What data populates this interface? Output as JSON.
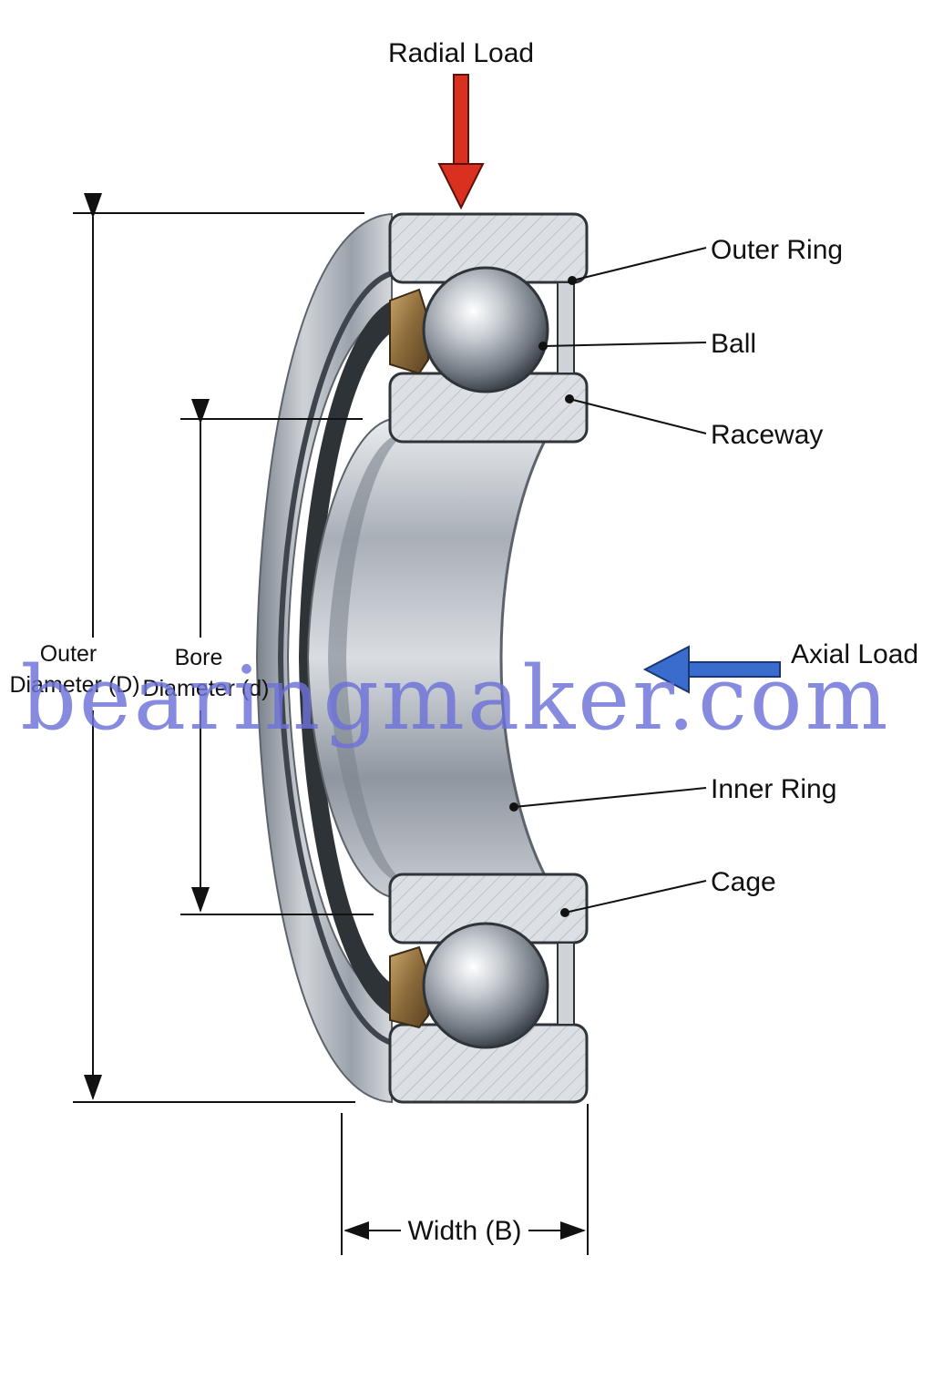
{
  "loads": {
    "radial": "Radial Load",
    "axial": "Axial Load"
  },
  "parts": {
    "outer_ring": "Outer Ring",
    "ball": "Ball",
    "raceway": "Raceway",
    "inner_ring": "Inner Ring",
    "cage": "Cage"
  },
  "dimensions": {
    "outer_diameter_line1": "Outer",
    "outer_diameter_line2": "Diameter (D)",
    "bore_diameter_line1": "Bore",
    "bore_diameter_line2": "Diameter (d)",
    "width": "Width (B)"
  },
  "watermark": "bearingmaker.com",
  "colors": {
    "radial_arrow": "#d9301f",
    "axial_arrow": "#3a6ccd",
    "steel": "#b9bec5",
    "section_fill": "#dcdfe3",
    "cage": "#8a6a3a",
    "watermark": "#6d72d8"
  }
}
